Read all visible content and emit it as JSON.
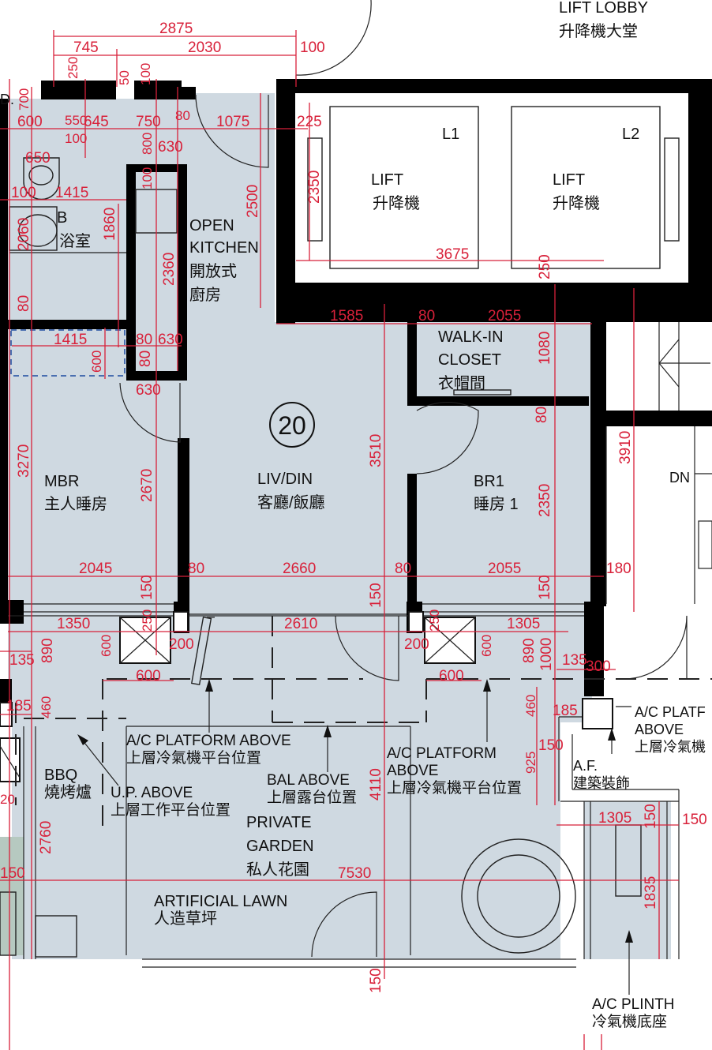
{
  "unit_number": "20",
  "rooms": {
    "lift_lobby": {
      "en": "LIFT LOBBY",
      "zh": "升降機大堂"
    },
    "lift1": {
      "tag": "L1",
      "en": "LIFT",
      "zh": "升降機"
    },
    "lift2": {
      "tag": "L2",
      "en": "LIFT",
      "zh": "升降機"
    },
    "open_kitchen": {
      "en1": "OPEN",
      "en2": "KITCHEN",
      "zh1": "開放式",
      "zh2": "廚房"
    },
    "bathroom": {
      "en": "B",
      "zh": "浴室"
    },
    "walk_in_closet": {
      "en1": "WALK-IN",
      "en2": "CLOSET",
      "zh": "衣帽間"
    },
    "mbr": {
      "en": "MBR",
      "zh": "主人睡房"
    },
    "liv_din": {
      "en": "LIV/DIN",
      "zh": "客廳/飯廳"
    },
    "br1": {
      "en": "BR1",
      "zh": "睡房 1"
    },
    "bbq": {
      "en": "BBQ",
      "zh": "燒烤爐"
    },
    "private_garden": {
      "en1": "PRIVATE",
      "en2": "GARDEN",
      "zh": "私人花園"
    },
    "artificial_lawn": {
      "en": "ARTIFICIAL LAWN",
      "zh": "人造草坪"
    },
    "dn": "DN"
  },
  "notes": {
    "ac_platform_1": {
      "en": "A/C PLATFORM ABOVE",
      "zh": "上層冷氣機平台位置"
    },
    "ac_platform_2": {
      "en1": "A/C PLATFORM",
      "en2": "ABOVE",
      "zh": "上層冷氣機平台位置"
    },
    "ac_platform_3": {
      "en1": "A/C PLATF",
      "en2": "ABOVE",
      "zh": "上層冷氣機"
    },
    "bal_above": {
      "en": "BAL ABOVE",
      "zh": "上層露台位置"
    },
    "up_above": {
      "en": "U.P. ABOVE",
      "zh": "上層工作平台位置"
    },
    "af": {
      "en": "A.F.",
      "zh": "建築裝飾"
    },
    "ac_plinth": {
      "en": "A/C PLINTH",
      "zh": "冷氣機底座"
    },
    "edge_d": "D."
  },
  "dimensions": {
    "d2875": "2875",
    "d745": "745",
    "d2030": "2030",
    "d100_top": "100",
    "d250_v1": "250",
    "d50_v": "50",
    "d100_v1": "100",
    "d700": "700",
    "d600_a": "600",
    "d550": "550",
    "d645": "645",
    "d100_b": "100",
    "d750": "750",
    "d80_a": "80",
    "d1075": "1075",
    "d225": "225",
    "d800": "800",
    "d630_a": "630",
    "d650": "650",
    "d100_c": "100",
    "d1415_a": "1415",
    "d2060": "2060",
    "d1860": "1860",
    "d2350_lift": "2350",
    "d2500": "2500",
    "d3675": "3675",
    "d250_b": "250",
    "d2360": "2360",
    "d80_b": "80",
    "d1585": "1585",
    "d80_c": "80",
    "d2055_a": "2055",
    "d1415_b": "1415",
    "d600_b": "600",
    "d80_d": "80",
    "d630_b": "630",
    "d80_e": "80",
    "d1080": "1080",
    "d630_c": "630",
    "d80_f": "80",
    "d3910": "3910",
    "d3270": "3270",
    "d2670": "2670",
    "d3510": "3510",
    "d2350_br": "2350",
    "d2045": "2045",
    "d80_g": "80",
    "d2660": "2660",
    "d80_h": "80",
    "d2055_b": "2055",
    "d180": "180",
    "d150_a": "150",
    "d150_b": "150",
    "d150_c": "150",
    "d1350": "1350",
    "d250_c": "250",
    "d2610": "2610",
    "d250_d": "250",
    "d1305_a": "1305",
    "d890_a": "890",
    "d600_c": "600",
    "d200_a": "200",
    "d200_b": "200",
    "d600_d": "600",
    "d890_b": "890",
    "d1000": "1000",
    "d135_a": "135",
    "d135_b": "135",
    "d300": "300",
    "d600_e": "600",
    "d600_f": "600",
    "d185_a": "185",
    "d460_a": "460",
    "d460_b": "460",
    "d185_b": "185",
    "d150_d": "150",
    "d925": "925",
    "d4110": "4110",
    "d20": "20",
    "d1305_b": "1305",
    "d150_e": "150",
    "d150_f": "150",
    "d2760": "2760",
    "d150_g": "150",
    "d7530": "7530",
    "d1835": "1835",
    "d150_h": "150"
  }
}
